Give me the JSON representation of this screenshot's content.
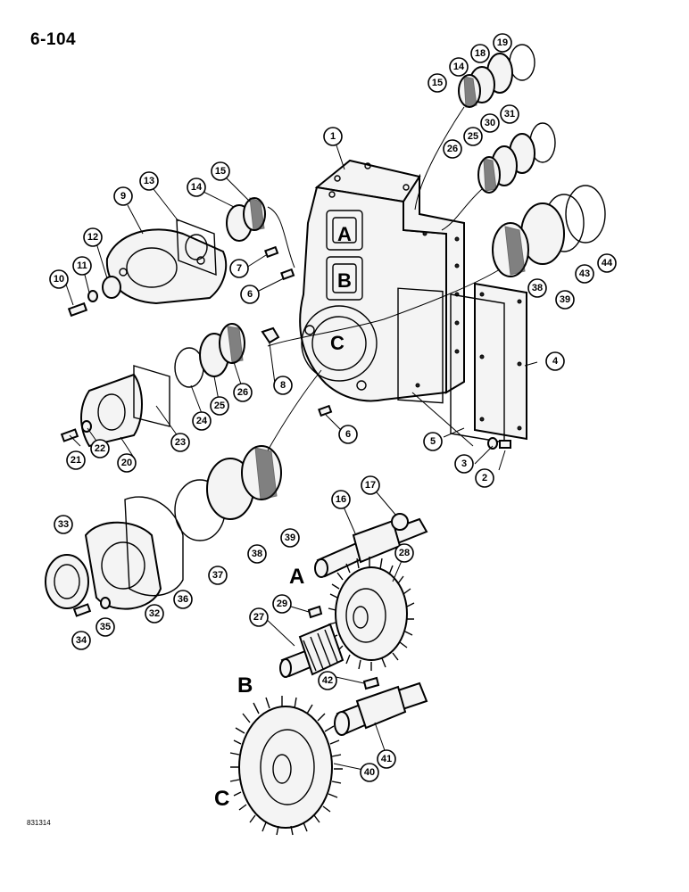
{
  "page_number": "6-104",
  "figure_code": "831314",
  "shaft_labels": {
    "a": "A",
    "b": "B",
    "c": "C"
  },
  "callouts": [
    {
      "label": "1"
    },
    {
      "label": "2"
    },
    {
      "label": "3"
    },
    {
      "label": "4"
    },
    {
      "label": "5"
    },
    {
      "label": "6"
    },
    {
      "label": "6"
    },
    {
      "label": "7"
    },
    {
      "label": "8"
    },
    {
      "label": "9"
    },
    {
      "label": "10"
    },
    {
      "label": "11"
    },
    {
      "label": "12"
    },
    {
      "label": "13"
    },
    {
      "label": "14"
    },
    {
      "label": "14"
    },
    {
      "label": "15"
    },
    {
      "label": "15"
    },
    {
      "label": "16"
    },
    {
      "label": "17"
    },
    {
      "label": "18"
    },
    {
      "label": "19"
    },
    {
      "label": "20"
    },
    {
      "label": "21"
    },
    {
      "label": "22"
    },
    {
      "label": "23"
    },
    {
      "label": "24"
    },
    {
      "label": "25"
    },
    {
      "label": "25"
    },
    {
      "label": "26"
    },
    {
      "label": "26"
    },
    {
      "label": "27"
    },
    {
      "label": "28"
    },
    {
      "label": "29"
    },
    {
      "label": "30"
    },
    {
      "label": "31"
    },
    {
      "label": "32"
    },
    {
      "label": "33"
    },
    {
      "label": "34"
    },
    {
      "label": "35"
    },
    {
      "label": "36"
    },
    {
      "label": "37"
    },
    {
      "label": "38"
    },
    {
      "label": "38"
    },
    {
      "label": "39"
    },
    {
      "label": "39"
    },
    {
      "label": "40"
    },
    {
      "label": "41"
    },
    {
      "label": "42"
    },
    {
      "label": "43"
    },
    {
      "label": "44"
    }
  ]
}
